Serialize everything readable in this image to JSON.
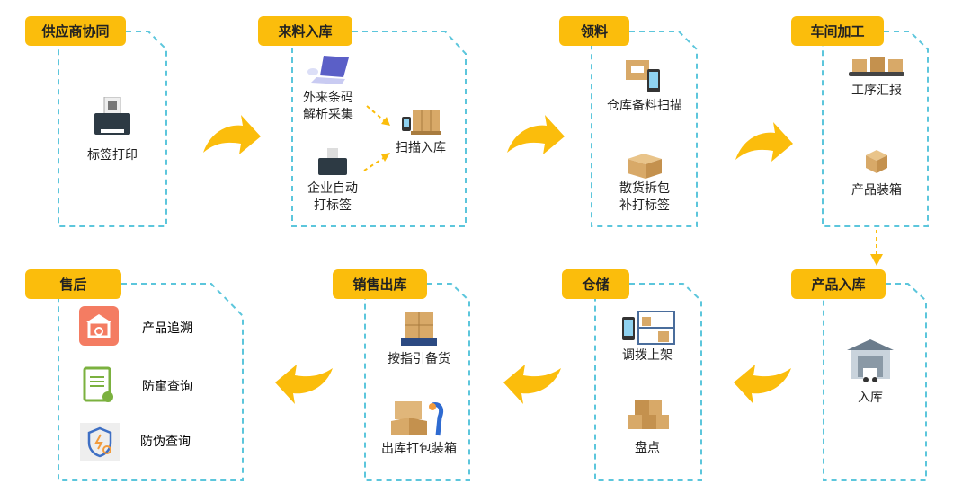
{
  "colors": {
    "accent": "#fbbd0c",
    "dash": "#5cc6dc"
  },
  "stages": [
    {
      "title": "供应商协同",
      "items": [
        "标签打印"
      ]
    },
    {
      "title": "来料入库",
      "items": [
        "外来条码\n解析采集",
        "企业自动\n打标签",
        "扫描入库"
      ]
    },
    {
      "title": "领料",
      "items": [
        "仓库备料扫描",
        "散货拆包\n补打标签"
      ]
    },
    {
      "title": "车间加工",
      "items": [
        "工序汇报",
        "产品装箱"
      ]
    },
    {
      "title": "产品入库",
      "items": [
        "入库"
      ]
    },
    {
      "title": "仓储",
      "items": [
        "调拨上架",
        "盘点"
      ]
    },
    {
      "title": "销售出库",
      "items": [
        "按指引备货",
        "出库打包装箱"
      ]
    },
    {
      "title": "售后",
      "items": [
        "产品追溯",
        "防窜查询",
        "防伪查询"
      ]
    }
  ]
}
